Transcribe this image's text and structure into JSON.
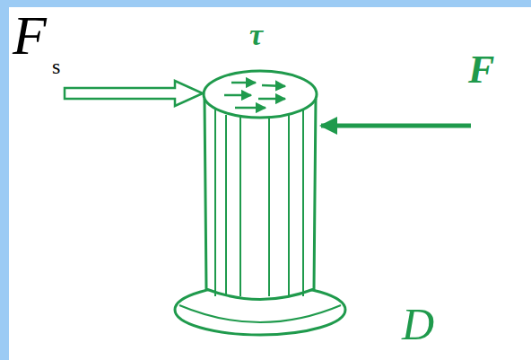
{
  "diagram": {
    "labels": [
      "F",
      "s",
      "τ",
      "F",
      "D"
    ]
  }
}
